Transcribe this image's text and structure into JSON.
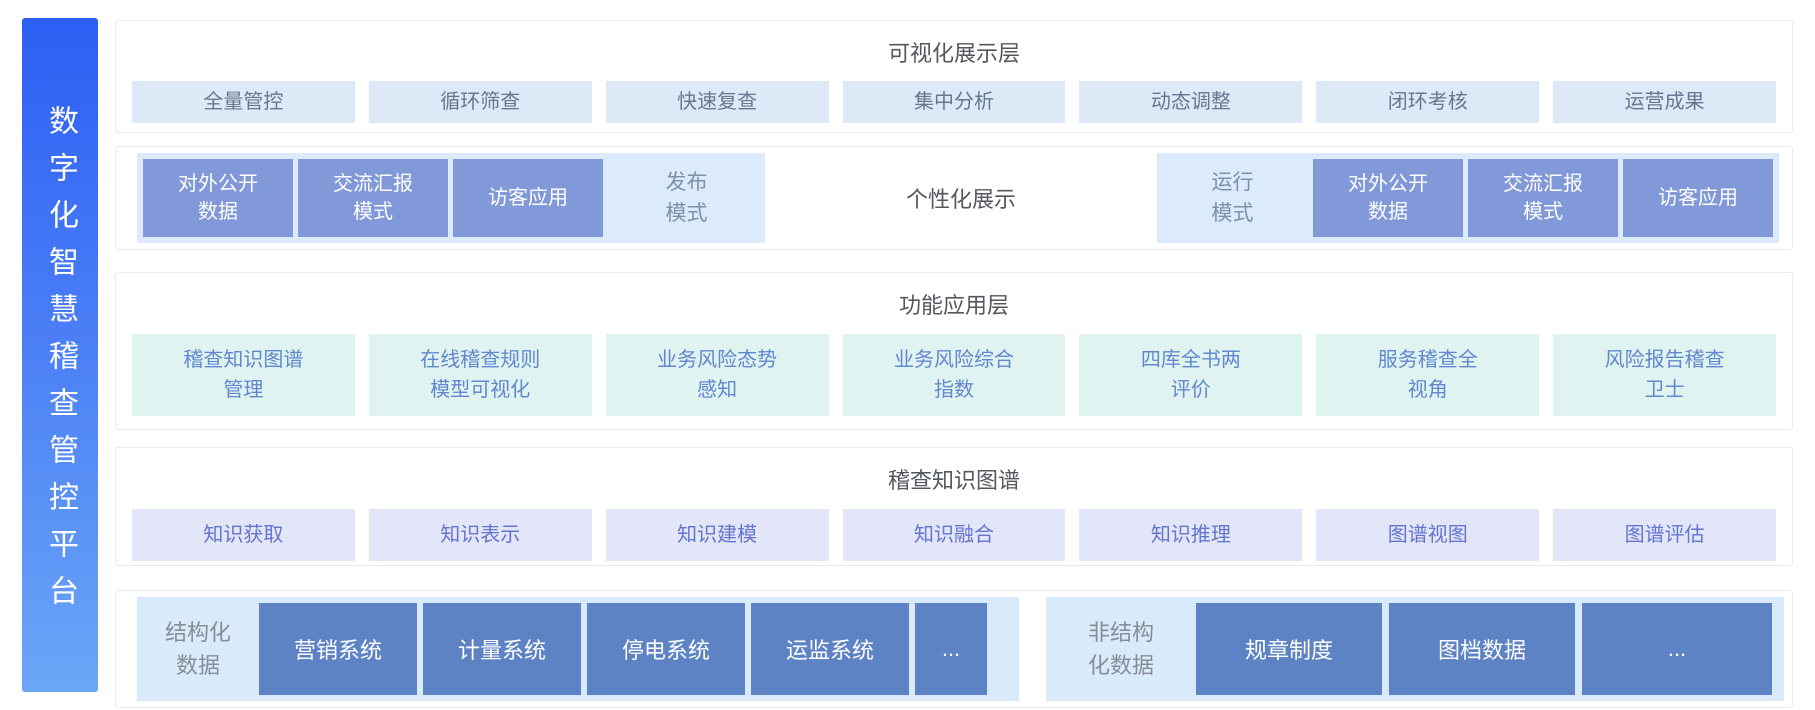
{
  "platform_title": "数字化智慧稽查管控平台",
  "layer_visual": {
    "title": "可视化展示层",
    "items": [
      "全量管控",
      "循环筛查",
      "快速复查",
      "集中分析",
      "动态调整",
      "闭环考核",
      "运营成果"
    ]
  },
  "layer_display": {
    "publish_boxes": [
      "对外公开\n数据",
      "交流汇报\n模式",
      "访客应用"
    ],
    "publish_label": "发布\n模式",
    "center_label": "个性化展示",
    "run_label": "运行\n模式",
    "run_boxes": [
      "对外公开\n数据",
      "交流汇报\n模式",
      "访客应用"
    ]
  },
  "layer_function": {
    "title": "功能应用层",
    "items": [
      "稽查知识图谱\n管理",
      "在线稽查规则\n模型可视化",
      "业务风险态势\n感知",
      "业务风险综合\n指数",
      "四库全书两\n评价",
      "服务稽查全\n视角",
      "风险报告稽查\n卫士"
    ]
  },
  "layer_knowledge": {
    "title": "稽查知识图谱",
    "items": [
      "知识获取",
      "知识表示",
      "知识建模",
      "知识融合",
      "知识推理",
      "图谱视图",
      "图谱评估"
    ]
  },
  "layer_data": {
    "structured": {
      "label": "结构化\n数据",
      "boxes": [
        "营销系统",
        "计量系统",
        "停电系统",
        "运监系统",
        "..."
      ]
    },
    "unstructured": {
      "label": "非结构\n化数据",
      "boxes": [
        "规章制度",
        "图档数据",
        "..."
      ]
    }
  },
  "colors": {
    "sidebar_gradient_top": "#2c5ff4",
    "sidebar_gradient_bottom": "#6ba6f7",
    "light_blue_item_bg": "#dde9f6",
    "light_blue_item_text": "#64788f",
    "display_panel_bg": "#dcebfb",
    "periwinkle_box_bg": "#8199d9",
    "mint_item_bg": "#dff3f0",
    "mint_item_text": "#6387ce",
    "lavender_item_bg": "#e3e6f8",
    "lavender_item_text": "#6375cf",
    "data_panel_bg": "#d9eafb",
    "deep_blue_box_bg": "#5d83c5",
    "header_text": "#53575e",
    "panel_label_text": "#7b90a9",
    "data_label_text": "#878d96",
    "container_border": "#e9ebef"
  }
}
